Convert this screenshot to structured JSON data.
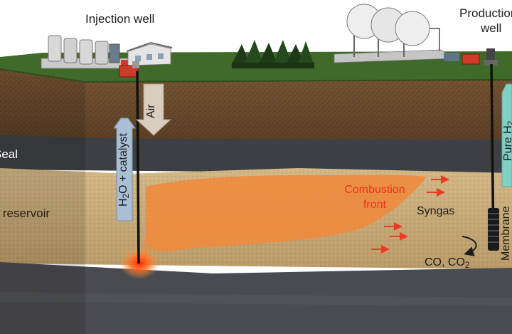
{
  "labels": {
    "injection_well": "Injection well",
    "production_well_line1": "Production",
    "production_well_line2": "well",
    "seal": "Seal",
    "reservoir": "Gas reservoir",
    "air": "Air",
    "h2o_catalyst_pre": "H",
    "h2o_catalyst_sub": "2",
    "h2o_catalyst_post": "O + catalyst",
    "combustion_line1": "Combustion",
    "combustion_line2": "front",
    "syngas": "Syngas",
    "co_co2_pre": "CO, CO",
    "co_co2_sub": "2",
    "pure_h2_pre": "Pure H",
    "pure_h2_sub": "2",
    "membrane": "Membrane"
  },
  "colors": {
    "sky": "#ffffff",
    "grass": "#3f6a2a",
    "topsoil": "#6e4e2e",
    "seal_rock": "#3e3f44",
    "reservoir_sand": "#c9ab7a",
    "base_rock": "#4a4b50",
    "combustion_zone": "#ef8a3c",
    "combustion_text": "#e8341c",
    "flow_arrow": "#ef3b22",
    "air_arrow": "#d9cdbf",
    "h2o_arrow": "#a9bfd6",
    "h2_arrow": "#7fd0c6",
    "well_pipe": "#111111"
  },
  "icons": [
    "storage-tanks-icon",
    "building-icon",
    "forest-icon",
    "spherical-tanks-icon",
    "wellhead-icon",
    "membrane-icon",
    "recycle-arrow-icon"
  ]
}
